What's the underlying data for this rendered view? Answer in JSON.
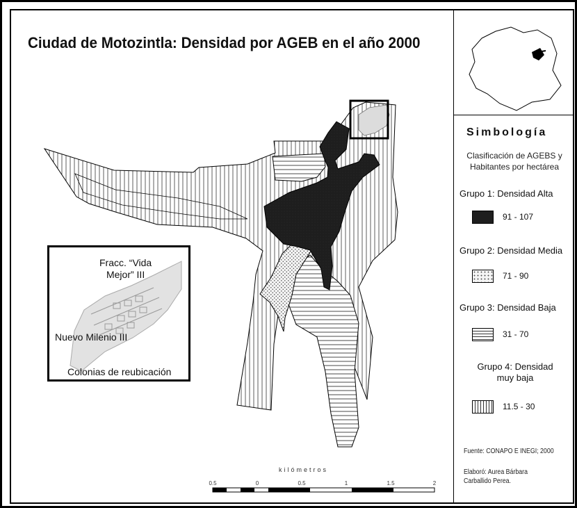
{
  "map": {
    "title": "Ciudad de Motozintla: Densidad por AGEB en el año 2000",
    "inset": {
      "label_1": "Fracc. \"Vida Mejor\" III",
      "label_1a": "Fracc. “Vida",
      "label_1b": "Mejor” III",
      "label_2": "Nuevo Milenio III",
      "label_3": "Colonias de reubicación"
    },
    "scale": {
      "title": "kilómetros",
      "ticks": [
        "0.5",
        "0",
        "0.5",
        "1",
        "1.5",
        "2"
      ]
    }
  },
  "legend": {
    "title": "Simbología",
    "subtitle": "Clasificación de AGEBS y Habitantes por hectárea",
    "groups": [
      {
        "label": "Grupo 1: Densidad Alta",
        "range": "91 - 107",
        "pattern": "solid-dark"
      },
      {
        "label": "Grupo 2: Densidad Media",
        "range": "71 - 90",
        "pattern": "dots"
      },
      {
        "label": "Grupo 3: Densidad Baja",
        "range": "31 - 70",
        "pattern": "horizontal-lines"
      },
      {
        "label": "Grupo 4: Densidad muy baja",
        "label_a": "Grupo 4: Densidad",
        "label_b": "muy baja",
        "range": "11.5 - 30",
        "pattern": "vertical-lines"
      }
    ],
    "source": "Fuente: CONAPO E INEGI; 2000",
    "credit": "Elaboró: Aurea Bárbara Carballido Perea."
  },
  "colors": {
    "dark_fill": "#1e1e1e",
    "line": "#000000",
    "background": "#ffffff"
  }
}
